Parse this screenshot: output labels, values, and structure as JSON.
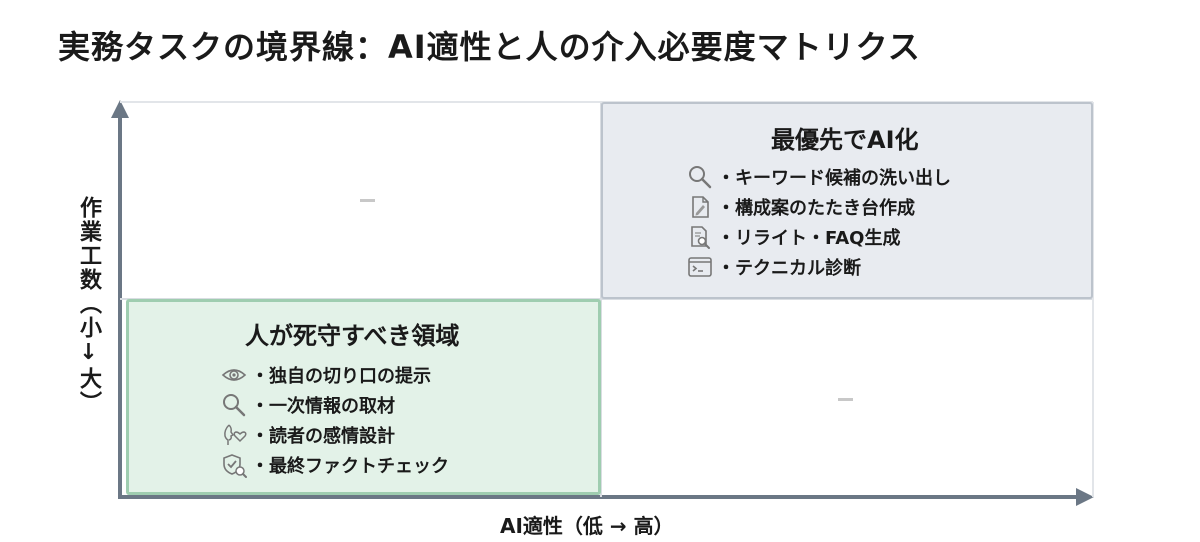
{
  "title": "実務タスクの境界線：AI適性と人の介入必要度マトリクス",
  "axes": {
    "y_label": "作業工数（小↓大）",
    "x_label": "AI適性（低 → 高）"
  },
  "quadrants": {
    "top_right": {
      "title": "最優先でAI化",
      "items": [
        {
          "icon": "magnifier-icon",
          "text": "・キーワード候補の洗い出し"
        },
        {
          "icon": "document-edit-icon",
          "text": "・構成案のたたき台作成"
        },
        {
          "icon": "document-search-icon",
          "text": "・リライト・FAQ生成"
        },
        {
          "icon": "terminal-icon",
          "text": "・テクニカル診断"
        }
      ]
    },
    "bottom_left": {
      "title": "人が死守すべき領域",
      "items": [
        {
          "icon": "eye-icon",
          "text": "・独自の切り口の提示"
        },
        {
          "icon": "magnifier-icon",
          "text": "・一次情報の取材"
        },
        {
          "icon": "face-heart-icon",
          "text": "・読者の感情設計"
        },
        {
          "icon": "shield-check-icon",
          "text": "・最終ファクトチェック"
        }
      ]
    },
    "top_left": {
      "placeholder": "–"
    },
    "bottom_right": {
      "placeholder": "–"
    }
  },
  "colors": {
    "axis": "#6b7785",
    "ai_quadrant_fill": "#e8ebf0",
    "human_quadrant_fill": "#e3f2e8",
    "human_quadrant_border": "#9fcdb0"
  }
}
